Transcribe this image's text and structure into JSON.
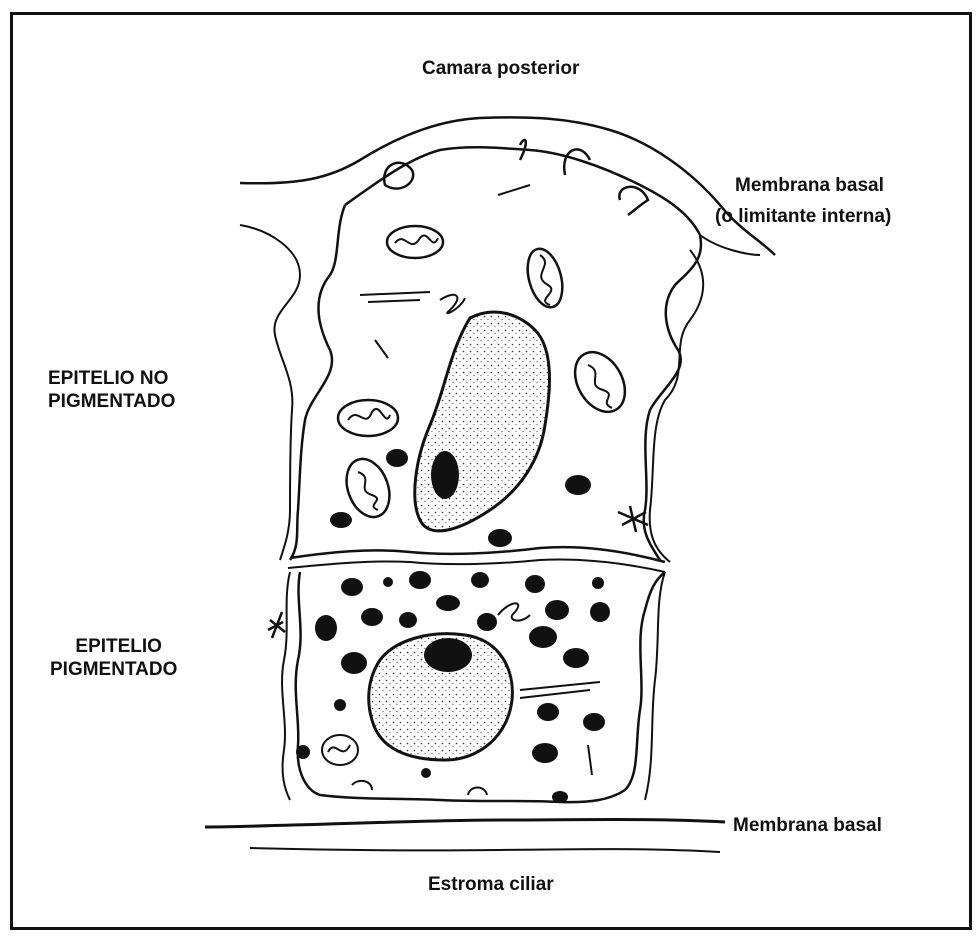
{
  "diagram": {
    "labels": {
      "posterior_chamber": "Camara posterior",
      "basal_membrane_top_line1": "Membrana basal",
      "basal_membrane_top_line2": "(o limitante interna)",
      "nonpigmented_line1": "EPITELIO NO",
      "nonpigmented_line2": "PIGMENTADO",
      "pigmented_line1": "EPITELIO",
      "pigmented_line2": "PIGMENTADO",
      "basal_membrane_bottom": "Membrana basal",
      "ciliary_stroma": "Estroma ciliar"
    },
    "colors": {
      "ink": "#111111",
      "paper": "#ffffff"
    }
  }
}
